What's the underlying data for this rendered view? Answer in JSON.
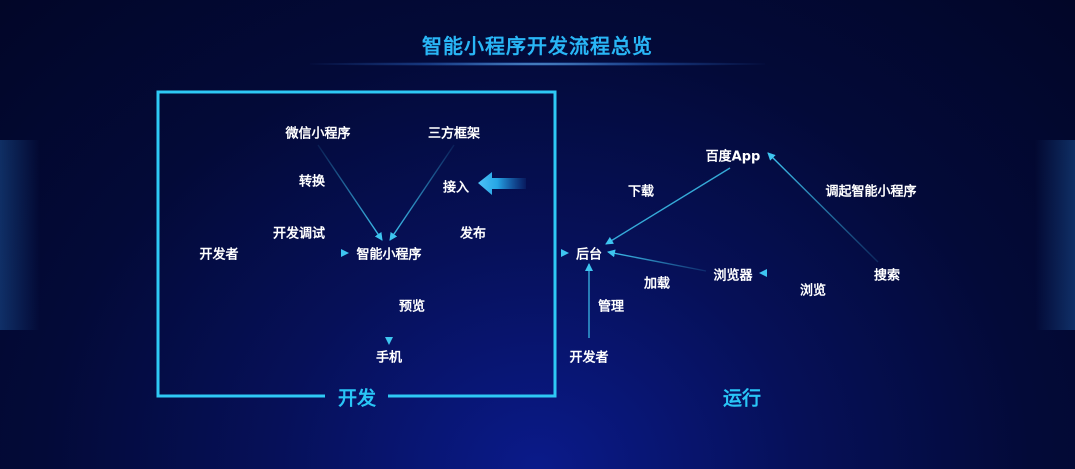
{
  "title": "智能小程序开发流程总览",
  "sections": {
    "develop": "开发",
    "run": "运行"
  },
  "nodes": {
    "wechat_mini": "微信小程序",
    "third_party": "三方框架",
    "developer_left": "开发者",
    "smart_mini": "智能小程序",
    "phone": "手机",
    "backend": "后台",
    "developer_bottom": "开发者",
    "baidu_app": "百度App",
    "browser": "浏览器",
    "search": "搜索"
  },
  "edges": {
    "convert": "转换",
    "integrate": "接入",
    "dev_debug": "开发调试",
    "publish": "发布",
    "preview": "预览",
    "manage": "管理",
    "download": "下载",
    "load": "加载",
    "browse": "浏览",
    "invoke": "调起智能小程序"
  },
  "colors": {
    "accent": "#29b6f6",
    "frame": "#2ec9f5",
    "text": "#ffffff"
  },
  "icons": [
    "big-left-arrow-icon"
  ]
}
